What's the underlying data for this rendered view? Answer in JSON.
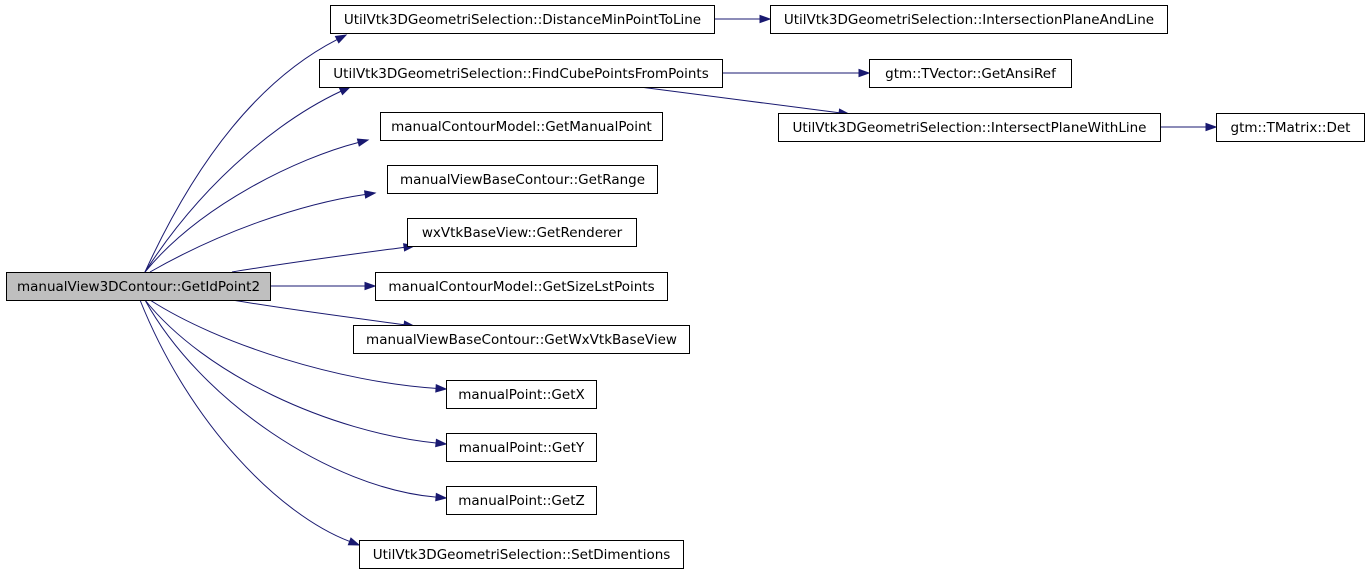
{
  "colors": {
    "edge": "#191970",
    "root_fill": "#bfbfbf",
    "node_fill": "#ffffff",
    "border": "#000000"
  },
  "nodes": [
    {
      "id": "root",
      "label": "manualView3DContour::GetIdPoint2"
    },
    {
      "id": "n_dist",
      "label": "UtilVtk3DGeometriSelection::DistanceMinPointToLine"
    },
    {
      "id": "n_isect_pl",
      "label": "UtilVtk3DGeometriSelection::IntersectionPlaneAndLine"
    },
    {
      "id": "n_findcube",
      "label": "UtilVtk3DGeometriSelection::FindCubePointsFromPoints"
    },
    {
      "id": "n_ansiref",
      "label": "gtm::TVector::GetAnsiRef"
    },
    {
      "id": "n_isect_pwl",
      "label": "UtilVtk3DGeometriSelection::IntersectPlaneWithLine"
    },
    {
      "id": "n_det",
      "label": "gtm::TMatrix::Det"
    },
    {
      "id": "n_manualpt",
      "label": "manualContourModel::GetManualPoint"
    },
    {
      "id": "n_range",
      "label": "manualViewBaseContour::GetRange"
    },
    {
      "id": "n_renderer",
      "label": "wxVtkBaseView::GetRenderer"
    },
    {
      "id": "n_sizelst",
      "label": "manualContourModel::GetSizeLstPoints"
    },
    {
      "id": "n_wxvtk",
      "label": "manualViewBaseContour::GetWxVtkBaseView"
    },
    {
      "id": "n_getx",
      "label": "manualPoint::GetX"
    },
    {
      "id": "n_gety",
      "label": "manualPoint::GetY"
    },
    {
      "id": "n_getz",
      "label": "manualPoint::GetZ"
    },
    {
      "id": "n_setdim",
      "label": "UtilVtk3DGeometriSelection::SetDimentions"
    }
  ],
  "edges": [
    {
      "from": "root",
      "to": "n_dist"
    },
    {
      "from": "root",
      "to": "n_findcube"
    },
    {
      "from": "root",
      "to": "n_manualpt"
    },
    {
      "from": "root",
      "to": "n_range"
    },
    {
      "from": "root",
      "to": "n_renderer"
    },
    {
      "from": "root",
      "to": "n_sizelst"
    },
    {
      "from": "root",
      "to": "n_wxvtk"
    },
    {
      "from": "root",
      "to": "n_getx"
    },
    {
      "from": "root",
      "to": "n_gety"
    },
    {
      "from": "root",
      "to": "n_getz"
    },
    {
      "from": "root",
      "to": "n_setdim"
    },
    {
      "from": "n_dist",
      "to": "n_isect_pl"
    },
    {
      "from": "n_findcube",
      "to": "n_ansiref"
    },
    {
      "from": "n_findcube",
      "to": "n_isect_pwl"
    },
    {
      "from": "n_isect_pwl",
      "to": "n_det"
    }
  ]
}
